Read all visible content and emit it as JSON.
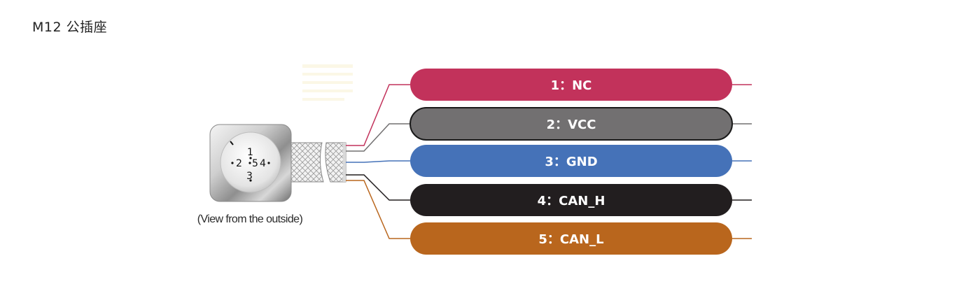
{
  "title": "M12 公插座",
  "connector": {
    "caption": "(View from the outside)",
    "pins": [
      {
        "label": "1"
      },
      {
        "label": "2"
      },
      {
        "label": "3"
      },
      {
        "label": "4"
      },
      {
        "label": "5"
      }
    ]
  },
  "wires": [
    {
      "text": "1：NC",
      "color": "#c2325b"
    },
    {
      "text": "2：VCC",
      "color": "#727071"
    },
    {
      "text": "3：GND",
      "color": "#4572b8"
    },
    {
      "text": "4：CAN_H",
      "color": "#221e1f"
    },
    {
      "text": "5：CAN_L",
      "color": "#b9661d"
    }
  ]
}
